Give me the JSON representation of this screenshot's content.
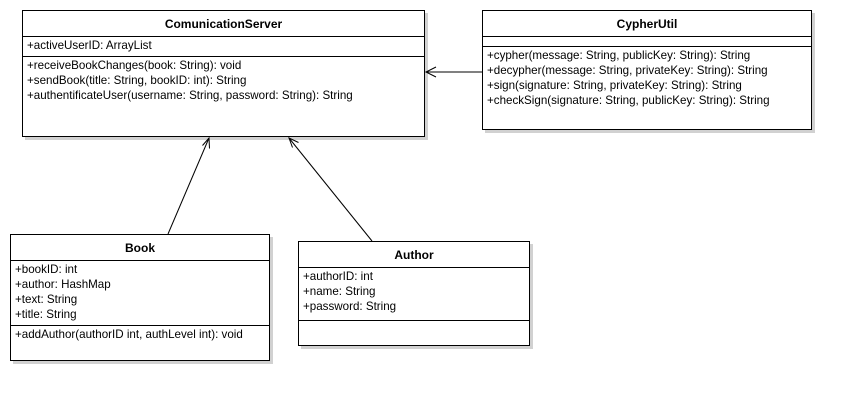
{
  "classes": {
    "server": {
      "name": "ComunicationServer",
      "attributes": [
        "+activeUserID: ArrayList"
      ],
      "operations": [
        "+receiveBookChanges(book: String): void",
        "+sendBook(title: String, bookID: int): String",
        "+authentificateUser(username: String, password: String): String"
      ]
    },
    "cypher": {
      "name": "CypherUtil",
      "attributes": [],
      "operations": [
        "+cypher(message: String, publicKey: String): String",
        "+decypher(message: String, privateKey: String): String",
        "+sign(signature: String, privateKey: String): String",
        "+checkSign(signature: String, publicKey: String): String"
      ]
    },
    "book": {
      "name": "Book",
      "attributes": [
        "+bookID: int",
        "+author: HashMap",
        "+text: String",
        "+title: String"
      ],
      "operations": [
        "+addAuthor(authorID int, authLevel int): void"
      ]
    },
    "author": {
      "name": "Author",
      "attributes": [
        "+authorID: int",
        "+name: String",
        "+password: String"
      ],
      "operations": []
    }
  },
  "relations": [
    {
      "from": "cypher",
      "to": "server",
      "type": "association-navigable"
    },
    {
      "from": "book",
      "to": "server",
      "type": "association-navigable"
    },
    {
      "from": "author",
      "to": "server",
      "type": "association-navigable"
    }
  ]
}
